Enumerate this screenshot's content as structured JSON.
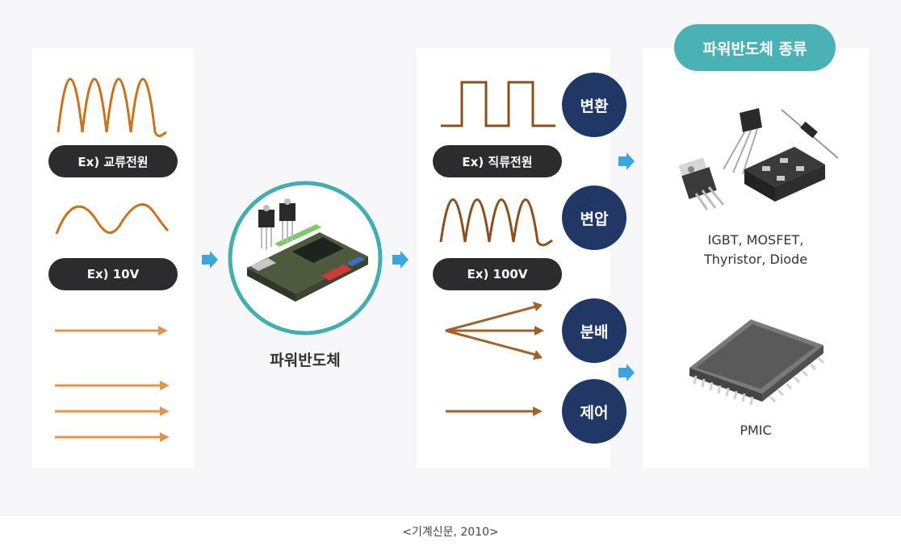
{
  "input": {
    "ac_label": "Ex) 교류전원",
    "v_label": "Ex) 10V"
  },
  "center": {
    "label": "파워반도체"
  },
  "output": {
    "dc_label": "Ex) 직류전원",
    "v_label": "Ex) 100V",
    "badges": [
      "변환",
      "변압",
      "분배",
      "제어"
    ]
  },
  "types": {
    "title": "파워반도체 종류",
    "discrete_label_1": "IGBT, MOSFET,",
    "discrete_label_2": "Thyristor, Diode",
    "pmic_label": "PMIC"
  },
  "caption": "<기계신문, 2010>",
  "colors": {
    "wave_orange": "#c8731e",
    "wave_brown": "#8a4f1c",
    "arrow_orange": "#e0954a",
    "badge_navy": "#213866",
    "teal": "#4ab2b5",
    "pill_dark": "#2c2c2e",
    "blue_arrow": "#3aa6dc"
  }
}
